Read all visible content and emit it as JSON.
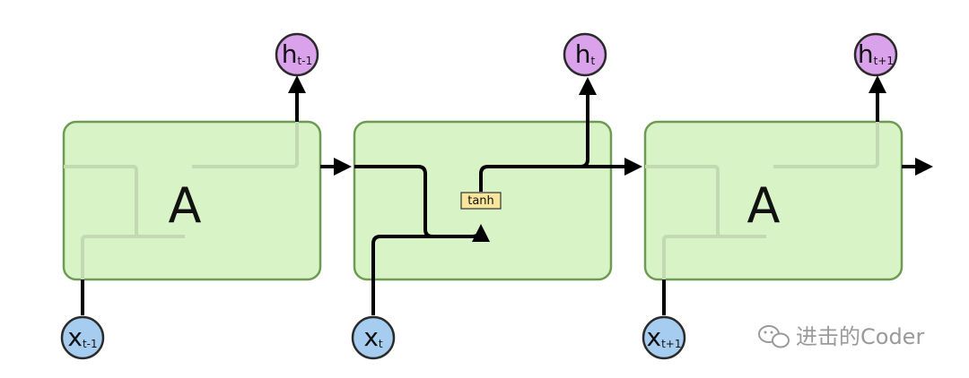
{
  "colors": {
    "cell_fill": "#d8f4c6",
    "cell_stroke": "#6e9a55",
    "input_fill": "#a6cdf0",
    "input_stroke": "#2b2b2b",
    "output_fill": "#dba2ec",
    "output_stroke": "#2b2b2b",
    "arrow": "#000000",
    "tanh_fill": "#f7e59b",
    "faint_line": "#c2d9b2",
    "watermark": "#9a9a9a"
  },
  "cells": [
    {
      "label": "A",
      "input": {
        "base": "x",
        "sub": "t-1"
      },
      "output": {
        "base": "h",
        "sub": "t-1"
      }
    },
    {
      "label": "",
      "input": {
        "base": "x",
        "sub": "t"
      },
      "output": {
        "base": "h",
        "sub": "t"
      }
    },
    {
      "label": "A",
      "input": {
        "base": "x",
        "sub": "t+1"
      },
      "output": {
        "base": "h",
        "sub": "t+1"
      }
    }
  ],
  "tanh_label": "tanh",
  "watermark": {
    "icon": "wechat-icon",
    "text": "进击的Coder"
  }
}
